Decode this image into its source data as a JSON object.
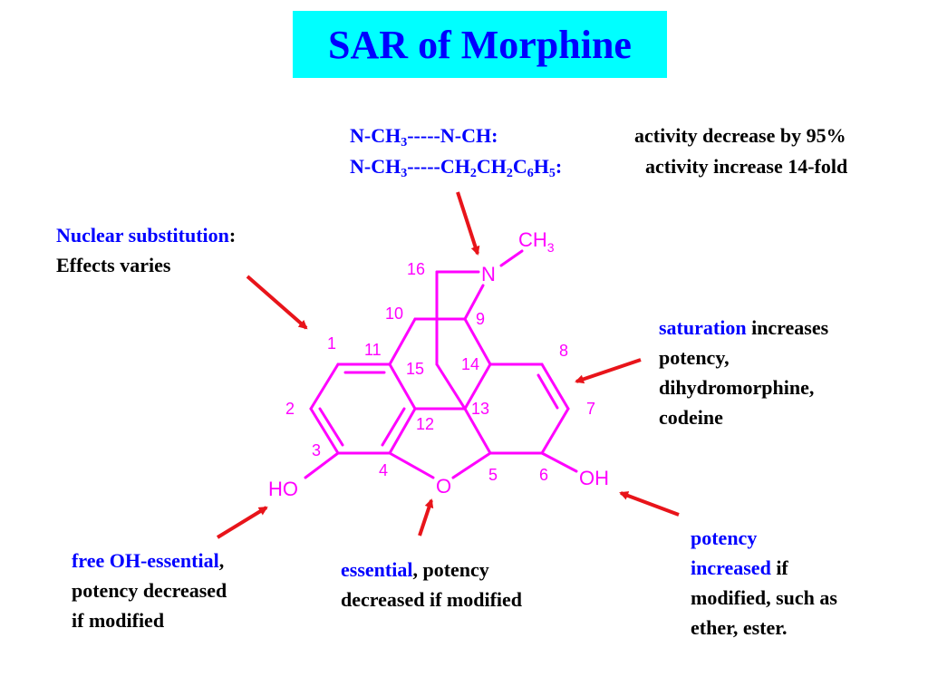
{
  "title": "SAR of Morphine",
  "n_substitution": {
    "row1": {
      "from_prefix": "N-CH",
      "from_sub": "3",
      "dashes": "-----",
      "to": "N-CH:",
      "effect": "activity decrease by 95%"
    },
    "row2": {
      "from_prefix": "N-CH",
      "from_sub": "3",
      "dashes": "-----",
      "to_a": "CH",
      "to_a_sub": "2",
      "to_b": "CH",
      "to_b_sub": "2",
      "to_c": "C",
      "to_c_sub": "6",
      "to_d": "H",
      "to_d_sub": "5",
      "to_colon": ":",
      "effect": "activity increase 14-fold"
    }
  },
  "nuclear": {
    "term": "Nuclear substitution",
    "colon": ":",
    "line2": "Effects varies"
  },
  "saturation": {
    "term": "saturation",
    "rest1": " increases",
    "line2": "potency,",
    "line3": "dihydromorphine,",
    "line4": "codeine"
  },
  "free_oh": {
    "term": "free OH-essential",
    "comma": ",",
    "line2": "potency decreased",
    "line3": "if modified"
  },
  "ether_o": {
    "term": "essential",
    "rest1": ", potency",
    "line2": "decreased  if modified"
  },
  "oh6": {
    "line1": "potency",
    "term2": "increased",
    "rest2": " if",
    "line3": "modified, such as",
    "line4": "ether, ester."
  },
  "structure": {
    "atoms": {
      "N": "N",
      "CH": "CH",
      "CH_sub": "3",
      "HO": "HO",
      "O": "O",
      "OH": "OH"
    },
    "positions": [
      "1",
      "2",
      "3",
      "4",
      "5",
      "6",
      "7",
      "8",
      "9",
      "10",
      "11",
      "12",
      "13",
      "14",
      "15",
      "16"
    ],
    "bond_color": "#ff00ff",
    "arrow_color": "#e8141a"
  }
}
